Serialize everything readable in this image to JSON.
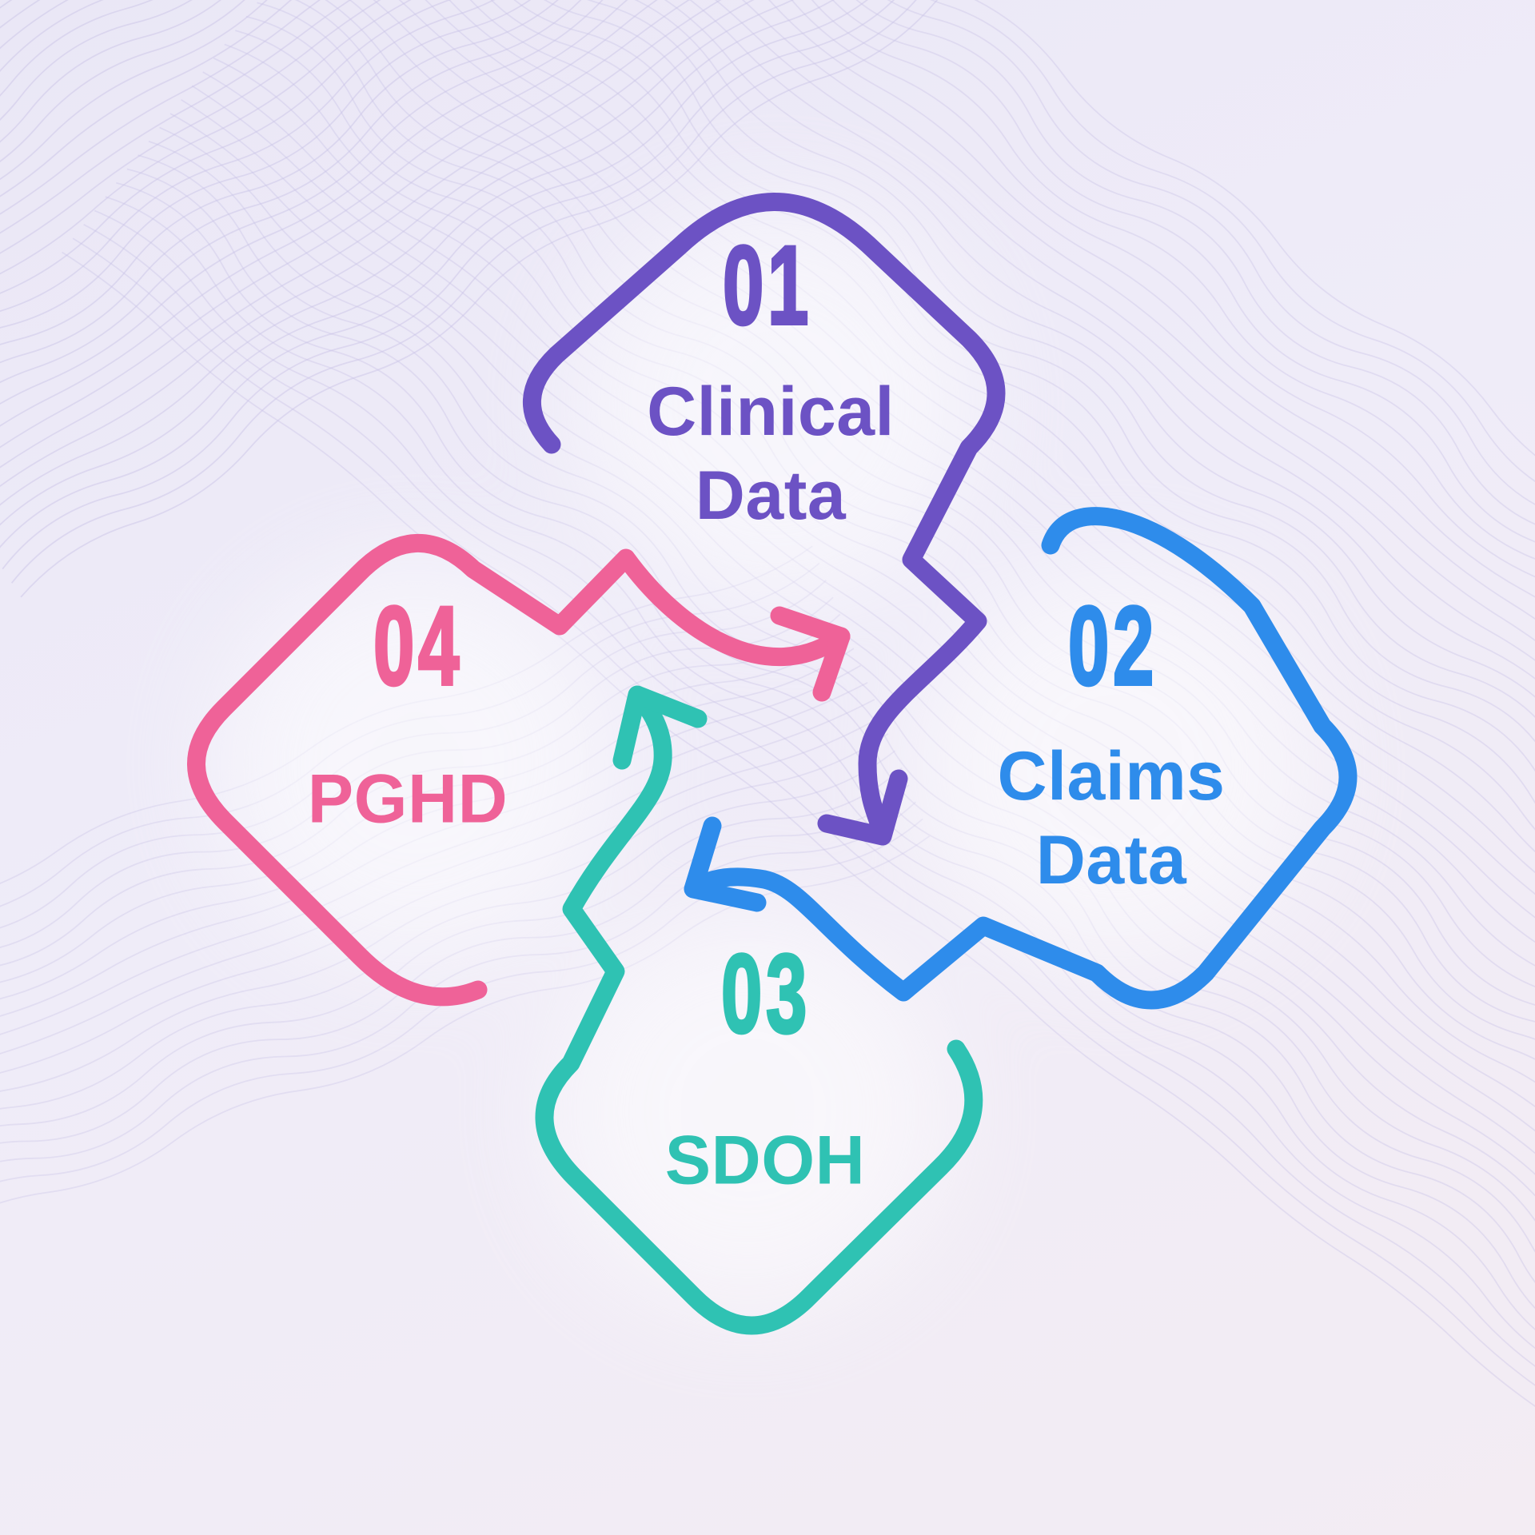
{
  "diagram": {
    "type": "cycle-infographic",
    "steps": [
      {
        "number": "01",
        "label": "Clinical Data",
        "color": "#6C52C4"
      },
      {
        "number": "02",
        "label": "Claims Data",
        "color": "#2E8CEB"
      },
      {
        "number": "03",
        "label": "SDOH",
        "color": "#2FC2B3"
      },
      {
        "number": "04",
        "label": "PGHD",
        "color": "#EF6298"
      }
    ],
    "background": {
      "top": "#EAE7F6",
      "bottom": "#F3ECF3",
      "wave_line": "#CCC6E8",
      "glow": "#FFFFFF"
    }
  }
}
